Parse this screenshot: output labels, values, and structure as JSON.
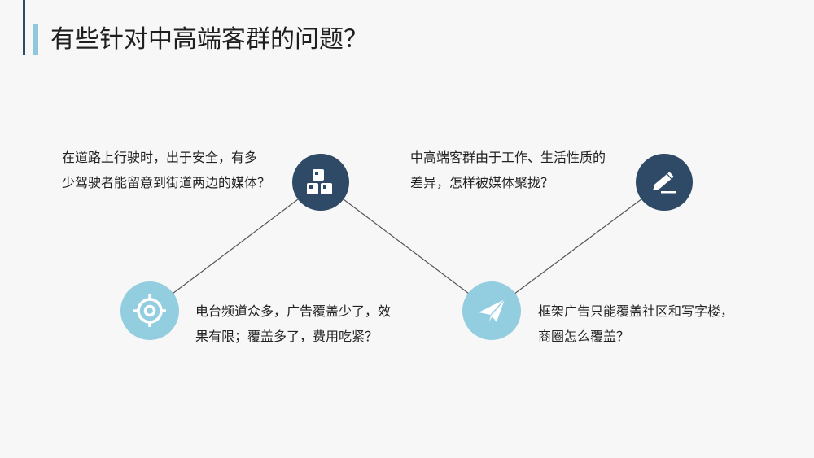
{
  "slide": {
    "title": "有些针对中高端客群的问题？"
  },
  "points": [
    {
      "line1": "在道路上行驶时，出于安全，有多",
      "line2": "少驾驶者能留意到街道两边的媒体？",
      "icon": "blocks-icon"
    },
    {
      "line1": "电台频道众多，广告覆盖少了，效",
      "line2": "果有限；覆盖多了，费用吃紧？",
      "icon": "target-icon"
    },
    {
      "line1": "中高端客群由于工作、生活性质的",
      "line2": "差异，怎样被媒体聚拢？",
      "icon": "paper-plane-icon"
    },
    {
      "line1": "框架广告只能覆盖社区和写字楼，",
      "line2": "商圈怎么覆盖？",
      "icon": "pen-icon"
    }
  ],
  "colors": {
    "dark_node": "#2f4a66",
    "light_node": "#93cde0",
    "accent_bar": "#8fc7dd",
    "connector": "#555555"
  }
}
